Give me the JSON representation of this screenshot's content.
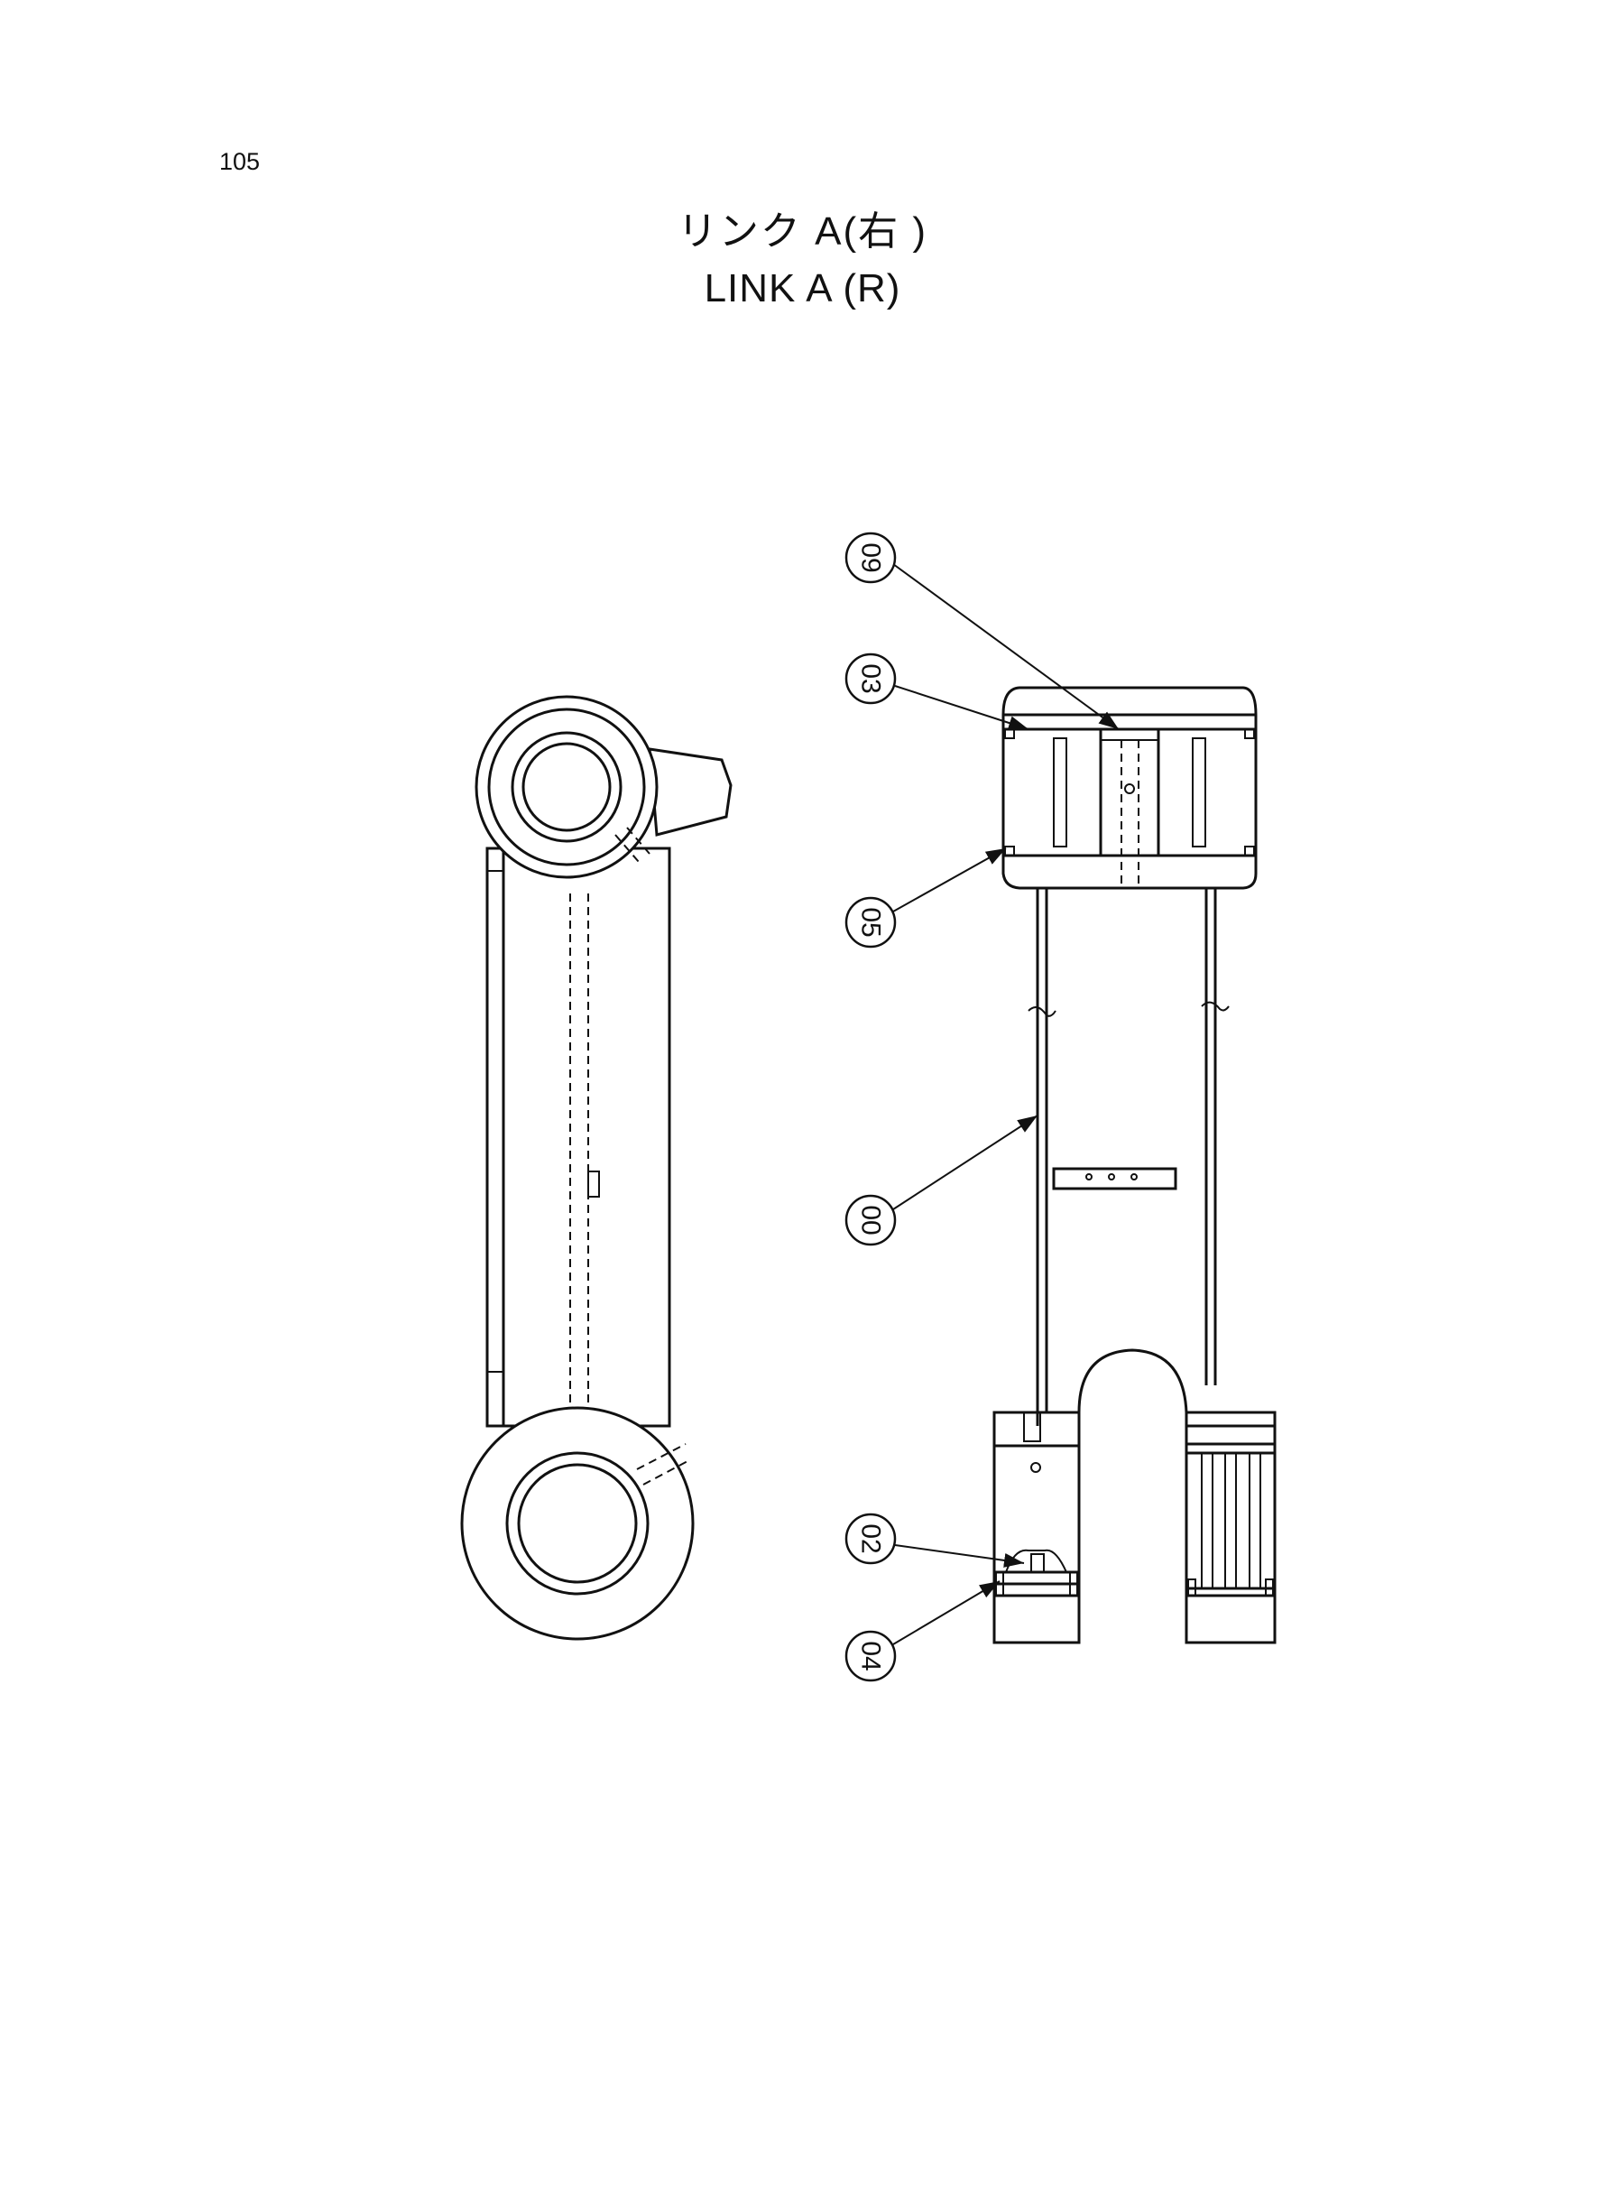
{
  "page_number": "105",
  "title": {
    "japanese": "リンク A(右 )",
    "english": "LINK  A (R)"
  },
  "callouts": [
    "09",
    "03",
    "05",
    "00",
    "02",
    "04"
  ]
}
